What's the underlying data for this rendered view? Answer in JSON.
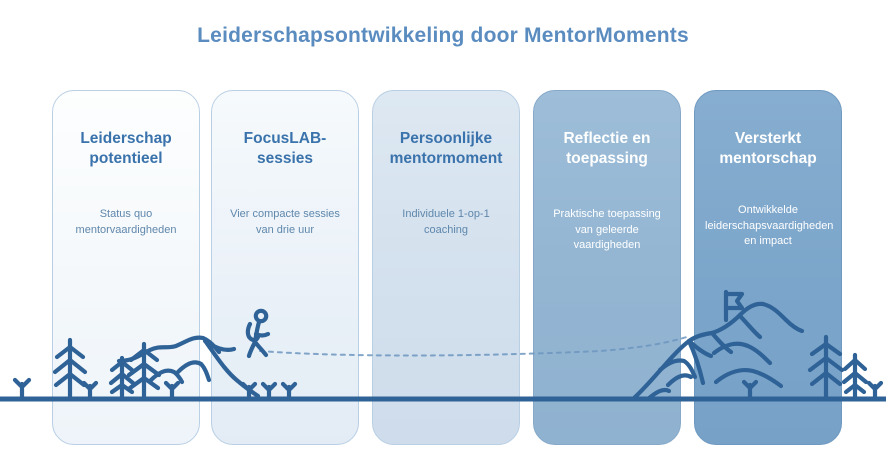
{
  "header": {
    "title": "Leiderschapsontwikkeling door MentorMoments"
  },
  "theme": {
    "title_color": "#5b8cc0",
    "heading_color": "#3a73ac",
    "body_color": "#5f87ac",
    "light_text_color": "#ffffff",
    "line_color": "#2f6296",
    "card_border_color": "#b9cfe4"
  },
  "cards": [
    {
      "id": "leiderschap-potentieel",
      "title": "Leiderschap potentieel",
      "subtitle": "Status quo mentorvaardigheden",
      "fill": "#f4f8fb",
      "text_color": "#3a73ac"
    },
    {
      "id": "focuslab-sessies",
      "title": "FocusLAB-sessies",
      "subtitle": "Vier compacte sessies van drie uur",
      "fill": "#eaf1f8",
      "text_color": "#3a73ac"
    },
    {
      "id": "persoonlijke-mentormoment",
      "title": "Persoonlijke mentormoment",
      "subtitle": "Individuele 1-op-1 coaching",
      "fill": "#d3e0ed",
      "text_color": "#3a73ac"
    },
    {
      "id": "reflectie-en-toepassing",
      "title": "Reflectie en toepassing",
      "subtitle": "Praktische toepassing van geleerde vaardigheden",
      "fill": "#93b5d2",
      "text_color": "#ffffff"
    },
    {
      "id": "versterkt-mentorschap",
      "title": "Versterkt mentorschap",
      "subtitle": "Ontwikkelde leiderschapsvaardigheden en impact",
      "fill": "#7ba5ca",
      "text_color": "#ffffff"
    }
  ],
  "illustration": {
    "elements": [
      "ground-line",
      "pine-trees-left",
      "shrubs-left",
      "low-mountains-left",
      "hiker-with-backpack",
      "dashed-trail",
      "high-mountains-right",
      "summit-flag",
      "pine-trees-right",
      "shrubs-right"
    ],
    "stroke_color": "#2f6296",
    "trail_style": "dashed",
    "summit_marker": "flag"
  }
}
